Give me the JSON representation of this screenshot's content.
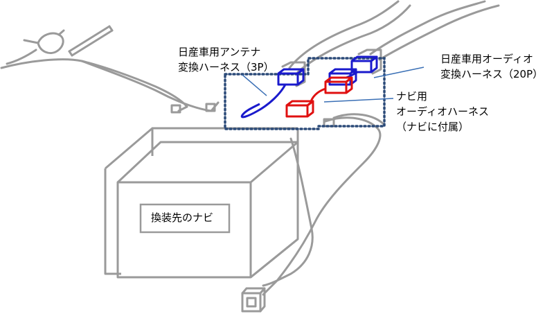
{
  "labels": {
    "antenna_harness": [
      "日産車用アンテナ",
      "変換ハーネス（3P）"
    ],
    "audio_harness": [
      "日産車用オーディオ",
      "変換ハーネス（20P）"
    ],
    "navi_audio_harness": [
      "ナビ用",
      "オーディオハーネス",
      "（ナビに付属）"
    ],
    "navi_unit": "換装先のナビ"
  },
  "colors": {
    "outline": "#9a9a9a",
    "nissan_harness": "#1a1acc",
    "navi_harness": "#e01010",
    "dotted_box": "#2b4a78",
    "leader_line": "#3a6fb5"
  }
}
